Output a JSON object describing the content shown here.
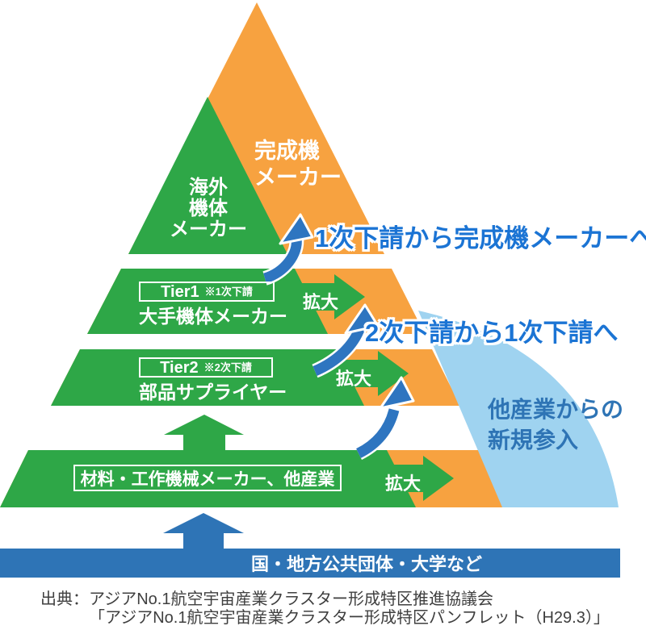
{
  "colors": {
    "green": "#2EA747",
    "orange": "#F7A240",
    "blue": "#2E74B6",
    "light_blue": "#9FD3F0",
    "accent_text_blue": "#1B74D4",
    "note_text_blue": "#2E74B5",
    "source_text": "#3F3F3F"
  },
  "pyramid": {
    "apex": {
      "line1": "完成機",
      "line2": "メーカー"
    },
    "overseas": {
      "line1": "海外",
      "line2": "機体",
      "line3": "メーカー"
    },
    "tier1": {
      "badge": "Tier1",
      "note": "※1次下請",
      "label": "大手機体メーカー",
      "expand_label": "拡大"
    },
    "tier2": {
      "badge": "Tier2",
      "note": "※2次下請",
      "label": "部品サプライヤー",
      "expand_label": "拡大"
    },
    "base": {
      "label": "材料・工作機械メーカー、他産業",
      "expand_label": "拡大"
    }
  },
  "annotations": {
    "promotion1": "1次下請から完成機メーカーへ",
    "promotion2": "2次下請から1次下請へ",
    "new_entry": {
      "line1": "他産業からの",
      "line2": "新規参入"
    }
  },
  "government_bar": {
    "label": "国・地方公共団体・大学など"
  },
  "source": {
    "line1": "出典：アジアNo.1航空宇宙産業クラスター形成特区推進協議会",
    "line2": "「アジアNo.1航空宇宙産業クラスター形成特区パンフレット（H29.3）」"
  }
}
